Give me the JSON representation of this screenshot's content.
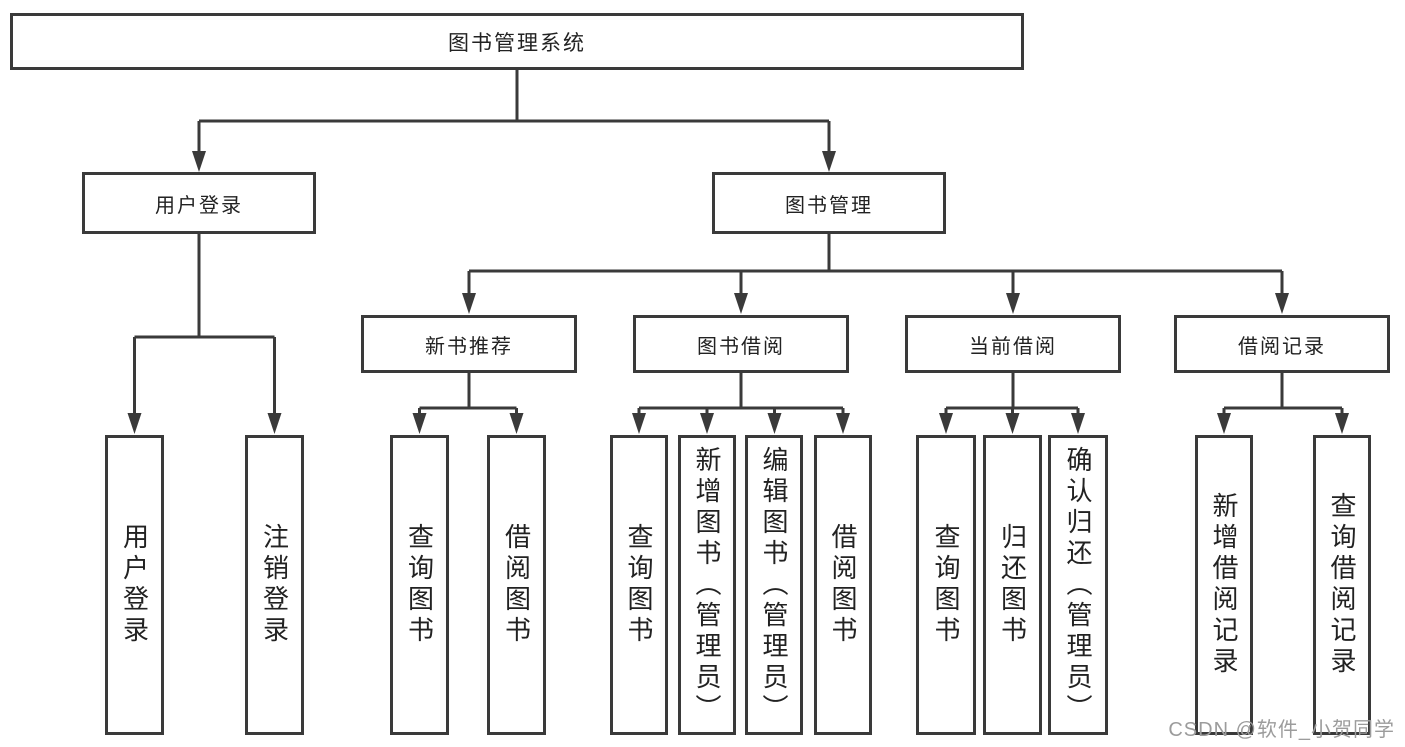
{
  "tree": {
    "label": "图书管理系统",
    "children": [
      {
        "label": "用户登录",
        "children": [
          {
            "label": "用户登录"
          },
          {
            "label": "注销登录"
          }
        ]
      },
      {
        "label": "图书管理",
        "children": [
          {
            "label": "新书推荐",
            "children": [
              {
                "label": "查询图书"
              },
              {
                "label": "借阅图书"
              }
            ]
          },
          {
            "label": "图书借阅",
            "children": [
              {
                "label": "查询图书"
              },
              {
                "label": "新增图书（管理员）"
              },
              {
                "label": "编辑图书（管理员）"
              },
              {
                "label": "借阅图书"
              }
            ]
          },
          {
            "label": "当前借阅",
            "children": [
              {
                "label": "查询图书"
              },
              {
                "label": "归还图书"
              },
              {
                "label": "确认归还（管理员）"
              }
            ]
          },
          {
            "label": "借阅记录",
            "children": [
              {
                "label": "新增借阅记录"
              },
              {
                "label": "查询借阅记录"
              }
            ]
          }
        ]
      }
    ]
  },
  "watermark": {
    "text": "CSDN @软件_小贺同学"
  },
  "colors": {
    "line": "#3a3a3a",
    "text": "#222222",
    "background": "#ffffff",
    "watermark": "#9c9c9c"
  }
}
